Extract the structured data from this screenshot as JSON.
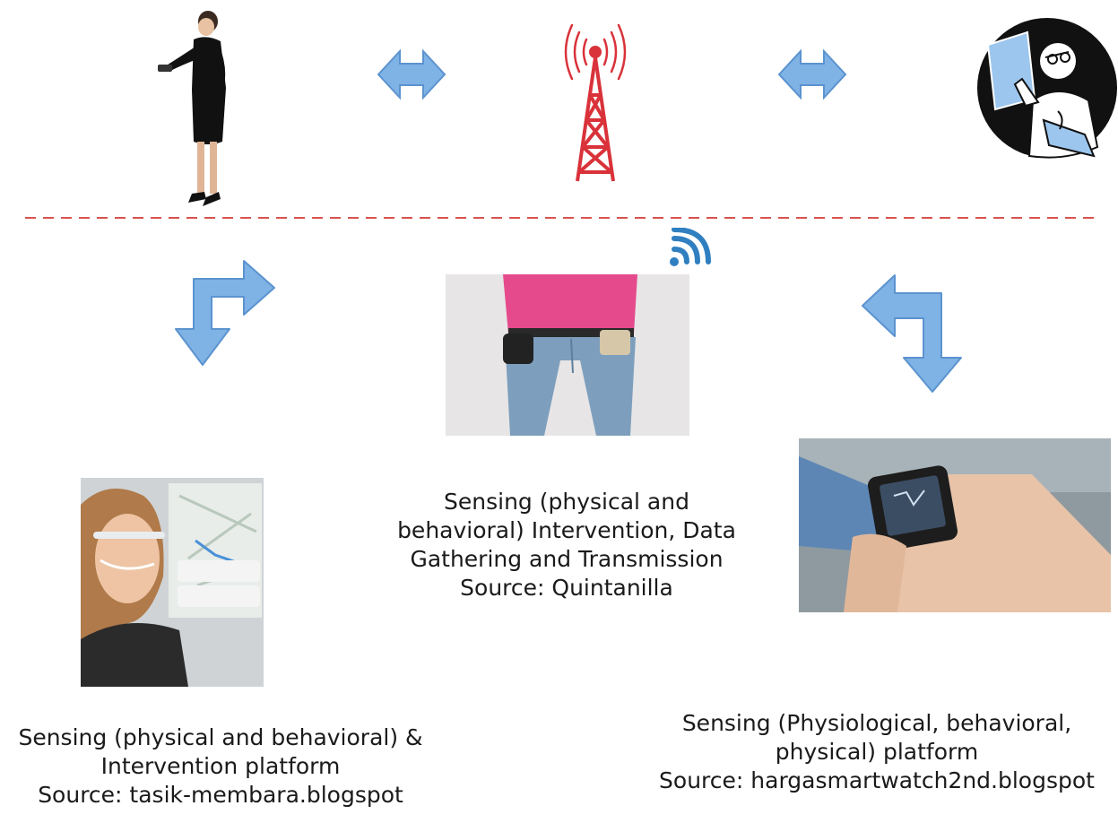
{
  "captions": {
    "center": {
      "line1": "Sensing (physical and",
      "line2": "behavioral)  Intervention, Data",
      "line3": "Gathering and Transmission",
      "line4": "Source: Quintanilla"
    },
    "left": {
      "line1": "Sensing (physical and behavioral) &",
      "line2": "Intervention platform",
      "line3": "Source: tasik-membara.blogspot"
    },
    "right": {
      "line1": "Sensing (Physiological, behavioral,",
      "line2": "physical) platform",
      "line3": "Source: hargasmartwatch2nd.blogspot"
    }
  },
  "colors": {
    "arrow_fill": "#7fb2e5",
    "arrow_stroke": "#5b93cf",
    "tower": "#d9323a",
    "divider": "#d9534f",
    "wifi": "#2f7fc1"
  },
  "icons": [
    "woman-figure",
    "bidirectional-arrow-icon",
    "cell-tower-icon",
    "doctor-icon",
    "wifi-icon",
    "bent-arrow-icon"
  ]
}
